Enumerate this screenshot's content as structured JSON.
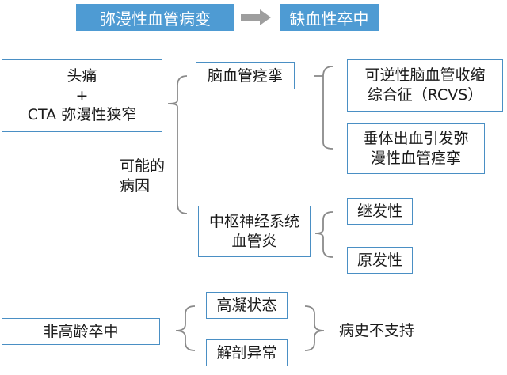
{
  "header": {
    "left": "弥漫性血管病变",
    "right": "缺血性卒中"
  },
  "main_box": [
    "头痛",
    "+",
    "CTA 弥漫性狭窄"
  ],
  "possible_cause_label": [
    "可能的",
    "病因"
  ],
  "cause_1": {
    "label": "脑血管痉挛",
    "subs": [
      [
        "可逆性脑血管收缩",
        "综合征（RCVS）"
      ],
      [
        "垂体出血引发弥",
        "漫性血管痉挛"
      ]
    ]
  },
  "cause_2": {
    "label": [
      "中枢神经系统",
      "血管炎"
    ],
    "subs": [
      "继发性",
      "原发性"
    ]
  },
  "non_elderly": {
    "label": "非高龄卒中",
    "items": [
      "高凝状态",
      "解剖异常"
    ],
    "conclusion": "病史不支持"
  },
  "colors": {
    "box_border": "#4a8fc4",
    "header_fill": "#4e9bd3",
    "arrow": "#9e9e9e",
    "brace": "#8a8a8a"
  }
}
